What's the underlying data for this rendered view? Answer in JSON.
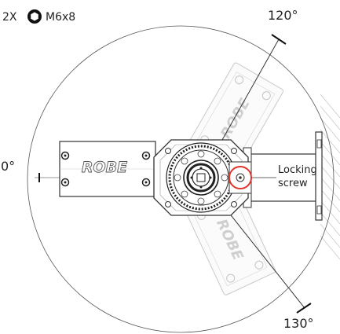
{
  "header": {
    "quantity": "2X",
    "screw_size": "M6x8",
    "hex_icon": "hex-socket-icon"
  },
  "angles": {
    "zero": "0°",
    "upper": "120°",
    "lower": "130°"
  },
  "callout": {
    "line1": "Locking",
    "line2": "screw",
    "color": "#e0352b"
  },
  "brand": {
    "text": "ROBE"
  }
}
